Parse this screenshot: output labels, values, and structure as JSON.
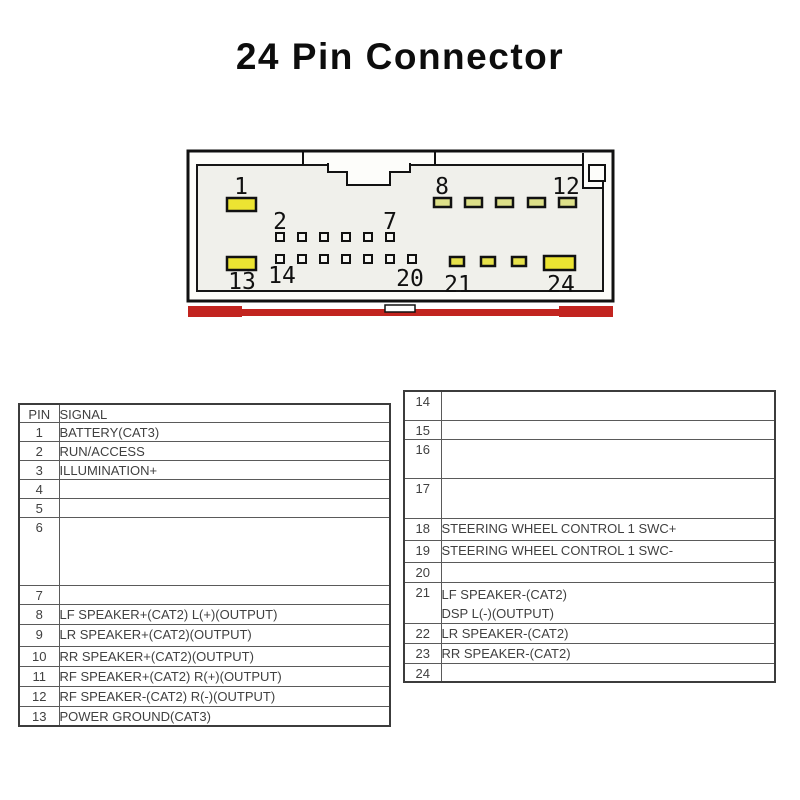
{
  "title": "24 Pin Connector",
  "connector": {
    "pin_labels": {
      "p1": "1",
      "p2": "2",
      "p7": "7",
      "p8": "8",
      "p12": "12",
      "p13": "13",
      "p14": "14",
      "p20": "20",
      "p21": "21",
      "p24": "24"
    },
    "colors": {
      "face": "#f0f0eb",
      "housing": "#fdfdfa",
      "pin_yellow_large": "#ece432",
      "pin_yellow_small": "#e6e14b",
      "pin_pale_yellow": "#dde089",
      "pin_white": "#f7f7f3",
      "red_strip": "#c2241f"
    }
  },
  "left_table": {
    "headers": {
      "pin": "PIN",
      "signal": "SIGNAL"
    },
    "rows": [
      {
        "pin": "1",
        "signal": "BATTERY(CAT3)"
      },
      {
        "pin": "2",
        "signal": "RUN/ACCESS"
      },
      {
        "pin": "3",
        "signal": "ILLUMINATION+"
      },
      {
        "pin": "4",
        "signal": ""
      },
      {
        "pin": "5",
        "signal": ""
      },
      {
        "pin": "6",
        "signal": ""
      },
      {
        "pin": "7",
        "signal": ""
      },
      {
        "pin": "8",
        "signal": "LF SPEAKER+(CAT2) L(+)(OUTPUT)"
      },
      {
        "pin": "9",
        "signal": "LR SPEAKER+(CAT2)(OUTPUT)"
      },
      {
        "pin": "10",
        "signal": "RR SPEAKER+(CAT2)(OUTPUT)"
      },
      {
        "pin": "11",
        "signal": "RF SPEAKER+(CAT2) R(+)(OUTPUT)"
      },
      {
        "pin": "12",
        "signal": "RF SPEAKER-(CAT2) R(-)(OUTPUT)"
      },
      {
        "pin": "13",
        "signal": "POWER GROUND(CAT3)"
      }
    ]
  },
  "right_table": {
    "rows": [
      {
        "pin": "14",
        "signal": ""
      },
      {
        "pin": "15",
        "signal": ""
      },
      {
        "pin": "16",
        "signal": ""
      },
      {
        "pin": "17",
        "signal": ""
      },
      {
        "pin": "18",
        "signal": "STEERING WHEEL CONTROL 1 SWC+"
      },
      {
        "pin": "19",
        "signal": "STEERING WHEEL CONTROL 1 SWC-"
      },
      {
        "pin": "20",
        "signal": ""
      },
      {
        "pin": "21",
        "signal": "LF SPEAKER-(CAT2)",
        "signal2": "DSP L(-)(OUTPUT)"
      },
      {
        "pin": "22",
        "signal": "LR SPEAKER-(CAT2)"
      },
      {
        "pin": "23",
        "signal": "RR SPEAKER-(CAT2)"
      },
      {
        "pin": "24",
        "signal": ""
      }
    ]
  }
}
